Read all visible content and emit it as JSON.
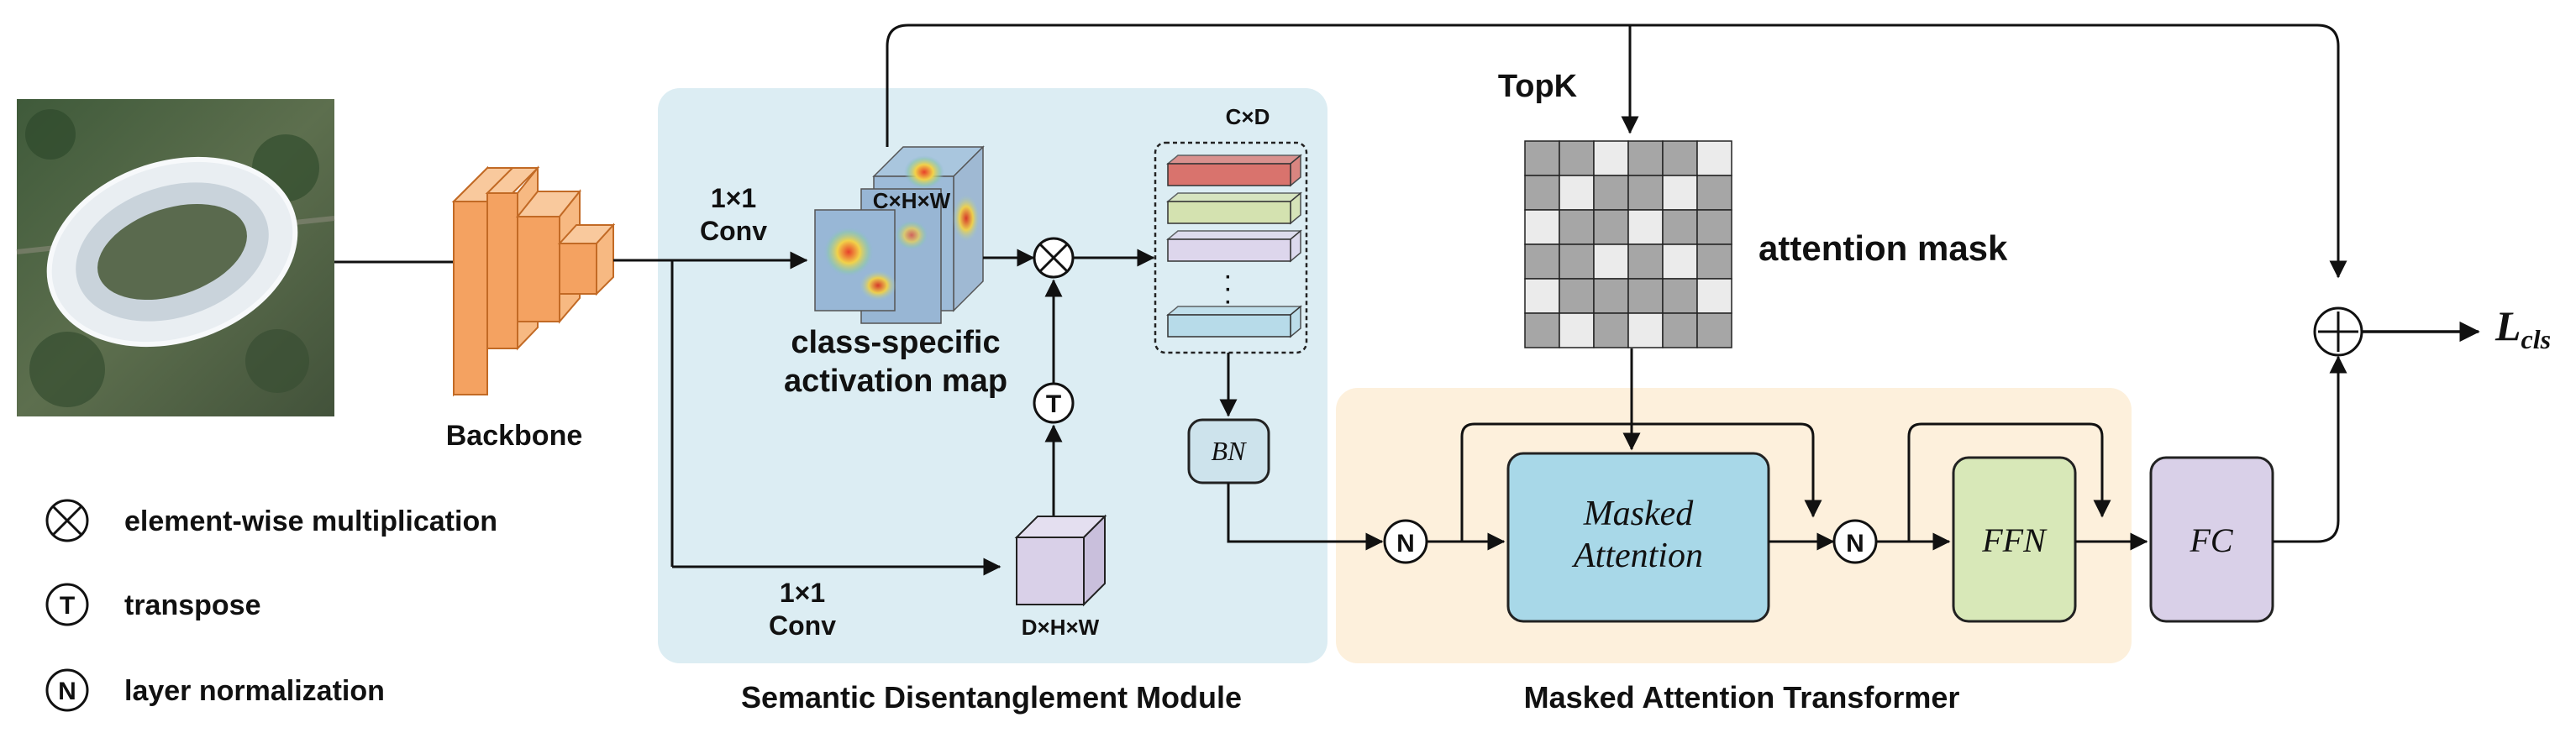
{
  "legend": {
    "multiply_symbol": "⊗",
    "multiply_label": "element-wise multiplication",
    "transpose_symbol": "T",
    "transpose_label": "transpose",
    "norm_symbol": "N",
    "norm_label": "layer normalization"
  },
  "backbone": {
    "label": "Backbone"
  },
  "sdm": {
    "title": "Semantic Disentanglement Module",
    "conv_top_line1": "1×1",
    "conv_top_line2": "Conv",
    "conv_bottom_line1": "1×1",
    "conv_bottom_line2": "Conv",
    "cam_dims": "C×H×W",
    "cam_caption_line1": "class-specific",
    "cam_caption_line2": "activation map",
    "transpose_symbol": "T",
    "feature_dims": "D×H×W",
    "embed_dims": "C×D",
    "embed_dots": "·",
    "bn_label": "BN"
  },
  "mat": {
    "title": "Masked Attention Transformer",
    "topk_label": "TopK",
    "mask_label": "attention mask",
    "norm_symbol": "N",
    "masked_attention_line1": "Masked",
    "masked_attention_line2": "Attention",
    "ffn_label": "FFN",
    "fc_label": "FC"
  },
  "output": {
    "loss_main": "L",
    "loss_sub": "cls"
  },
  "attention_mask_grid": [
    [
      1,
      1,
      0,
      1,
      1,
      0
    ],
    [
      1,
      0,
      1,
      1,
      0,
      1
    ],
    [
      0,
      1,
      1,
      0,
      1,
      1
    ],
    [
      1,
      1,
      0,
      1,
      0,
      1
    ],
    [
      0,
      1,
      1,
      1,
      1,
      0
    ],
    [
      1,
      0,
      1,
      0,
      1,
      1
    ]
  ],
  "colors": {
    "sdm_bg": "#dcedf3",
    "mat_bg": "#fdf0dc",
    "backbone": "#f4a261",
    "masked_attention": "#a8d8e8",
    "ffn": "#d8e8b8",
    "fc": "#d9d0e8",
    "feature_block": "#d9d0e8",
    "embed_rows": [
      "#d9736d",
      "#d4e2b0",
      "#ddd6ec",
      "#b7dbe9"
    ],
    "mask_gray": "#a6a6a6",
    "mask_light": "#ebebeb"
  }
}
